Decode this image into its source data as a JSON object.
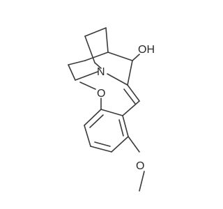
{
  "molecule": {
    "atom_labels": {
      "hydroxyl": "OH",
      "bridgehead_nitrogen": "N",
      "methoxy_top_oxygen": "O",
      "methoxy_bottom_oxygen": "O"
    }
  }
}
